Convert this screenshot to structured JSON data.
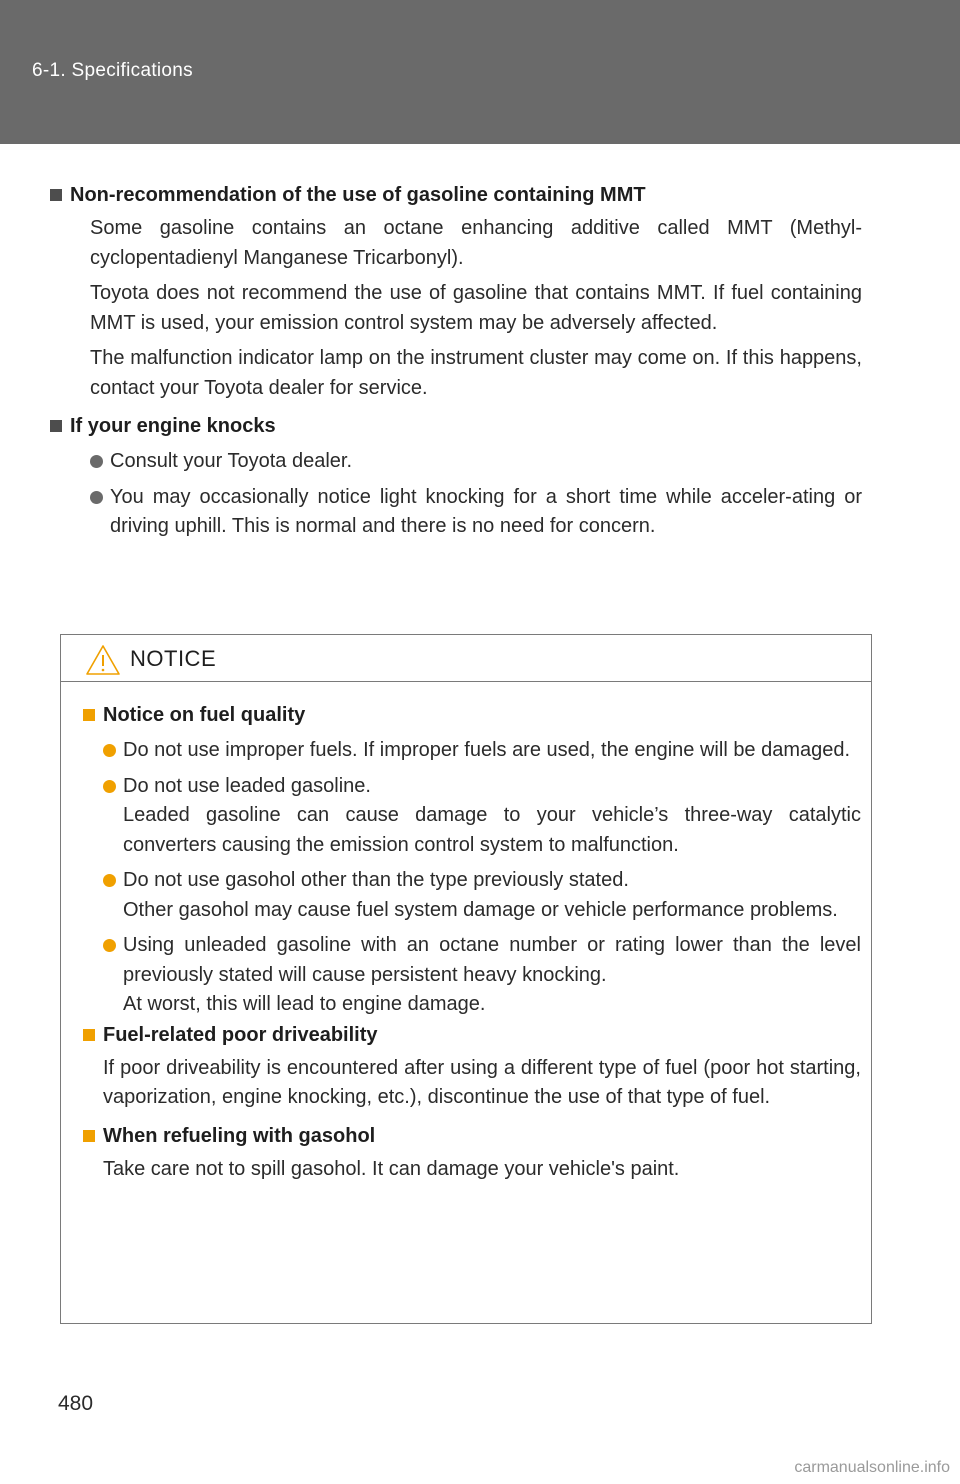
{
  "header": {
    "section": "6-1. Specifications"
  },
  "sections": [
    {
      "heading": "Non-recommendation of the use of gasoline containing MMT",
      "paragraphs": [
        "Some gasoline contains an octane enhancing additive called MMT (Methyl-cyclopentadienyl Manganese Tricarbonyl).",
        "Toyota does not recommend the use of gasoline that contains MMT. If fuel containing MMT is used, your emission control system may be adversely affected.",
        "The malfunction indicator lamp on the instrument cluster may come on. If this happens, contact your Toyota dealer for service."
      ]
    },
    {
      "heading": "If your engine knocks",
      "bullets": [
        "Consult your Toyota dealer.",
        "You may occasionally notice light knocking for a short time while acceler-ating or driving uphill. This is normal and there is no need for concern."
      ]
    }
  ],
  "notice": {
    "title": "NOTICE",
    "icon": "warning-triangle-icon",
    "accent_color": "#f0a000",
    "sections": [
      {
        "heading": "Notice on fuel quality",
        "bullets": [
          {
            "line1": "Do not use improper fuels. If improper fuels are used, the engine will be damaged.",
            "line2": "",
            "line3": ""
          },
          {
            "line1": "Do not use leaded gasoline.",
            "line2": "Leaded gasoline can cause damage to your vehicle’s three-way catalytic converters causing the emission control system to malfunction.",
            "line3": ""
          },
          {
            "line1": "Do not use gasohol other than the type previously stated.",
            "line2": "Other gasohol may cause fuel system damage or vehicle performance problems.",
            "line3": ""
          },
          {
            "line1": "Using unleaded gasoline with an octane number or rating lower than the level previously stated will cause persistent heavy knocking.",
            "line2": "At worst, this will lead to engine damage.",
            "line3": ""
          }
        ]
      },
      {
        "heading": "Fuel-related poor driveability",
        "paragraph": "If poor driveability is encountered after using a different type of fuel (poor hot starting, vaporization, engine knocking, etc.), discontinue the use of that type of fuel."
      },
      {
        "heading": "When refueling with gasohol",
        "paragraph": "Take care not to spill gasohol. It can damage your vehicle's paint."
      }
    ]
  },
  "footer": {
    "page_number": "480",
    "watermark": "carmanualsonline.info"
  }
}
